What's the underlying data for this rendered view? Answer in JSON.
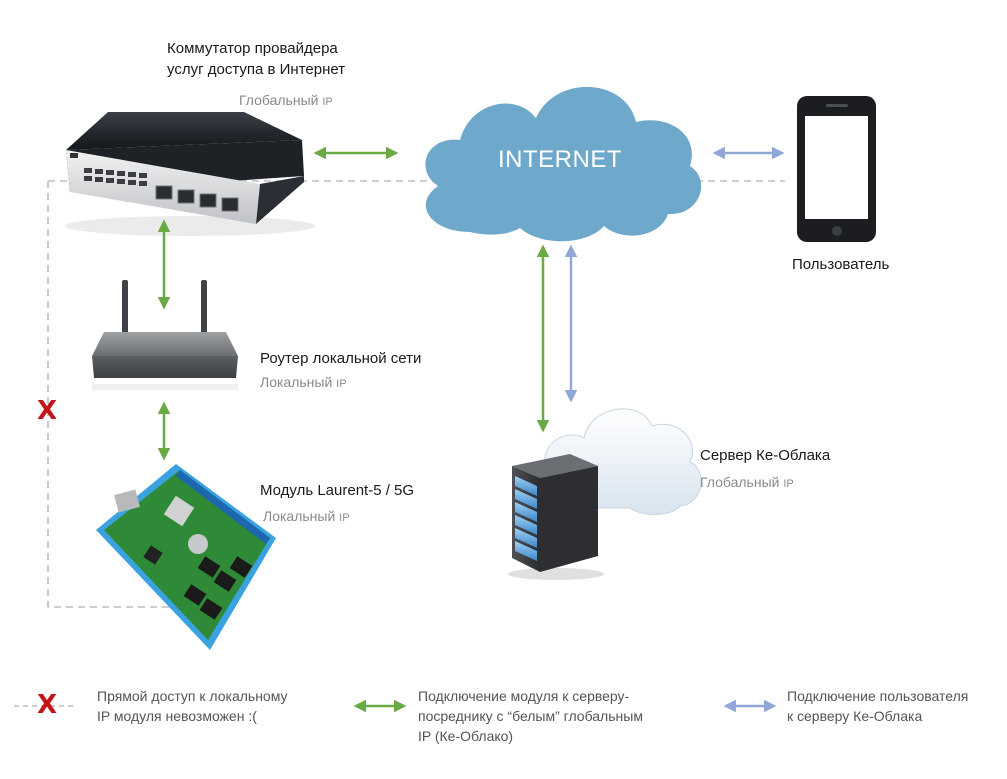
{
  "nodes": {
    "switch": {
      "title_line1": "Коммутатор провайдера",
      "title_line2": "услуг доступа в Интернет",
      "sub_text": "Глобальный ",
      "sub_ip": "IP"
    },
    "internet": {
      "label": "INTERNET"
    },
    "user": {
      "label": "Пользователь"
    },
    "router": {
      "title": "Роутер локальной сети",
      "sub_text": "Локальный ",
      "sub_ip": "IP"
    },
    "module": {
      "title": "Модуль Laurent-5 / 5G",
      "sub_text": "Локальный ",
      "sub_ip": "IP"
    },
    "server": {
      "title": "Сервер Ке-Облака",
      "sub_text": "Глобальный ",
      "sub_ip": "IP"
    }
  },
  "blocked_mark": "X",
  "legend": {
    "blocked": {
      "mark": "X",
      "line1": "Прямой доступ к локальному",
      "line2": "IP модуля невозможен :("
    },
    "module_link": {
      "line1": "Подключение модуля к серверу-",
      "line2": "посреднику с “белым” глобальным",
      "line3": "IP (Ке-Облако)"
    },
    "user_link": {
      "line1": "Подключение пользователя",
      "line2": "к серверу Ке-Облака"
    }
  },
  "colors": {
    "green_link": "#6aaa45",
    "blue_link": "#8fa8d8",
    "dashed": "#bdbdbd",
    "cloud": "#6ea9cb",
    "blocked": "#c3151b"
  }
}
